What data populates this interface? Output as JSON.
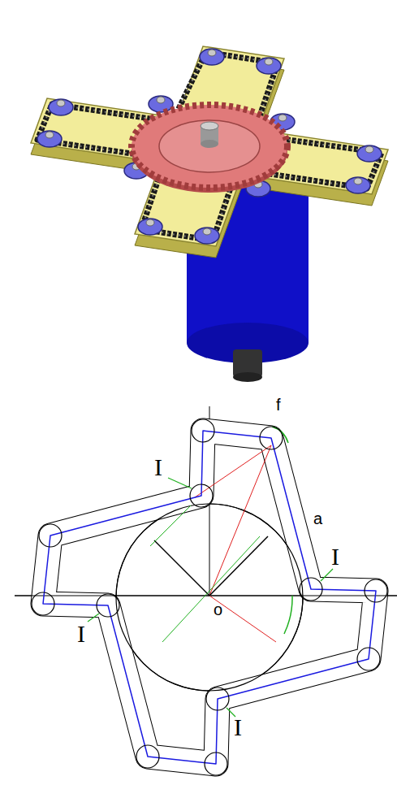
{
  "diagram": {
    "labels": [
      "f",
      "I",
      "a",
      "I",
      "o",
      "I",
      "I"
    ]
  }
}
